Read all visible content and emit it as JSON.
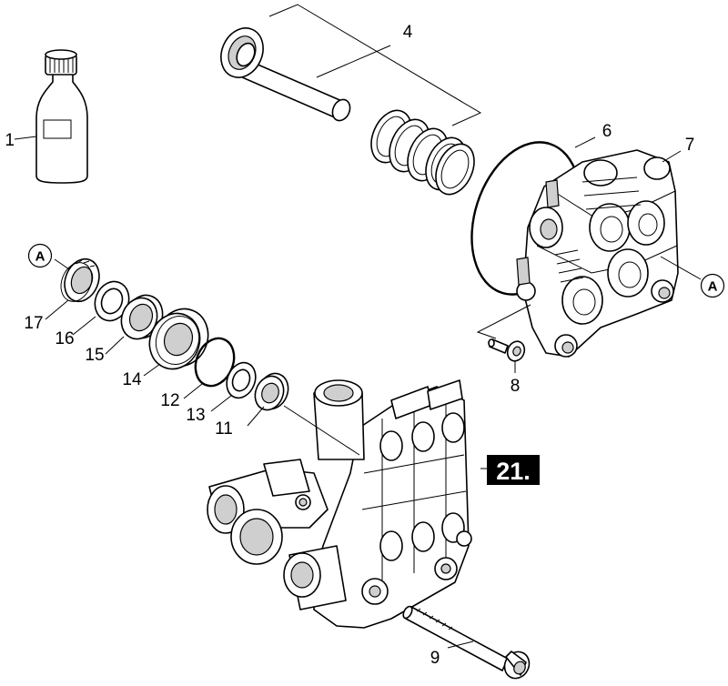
{
  "diagram": {
    "labels": {
      "p1": "1",
      "p4": "4",
      "p6": "6",
      "p7": "7",
      "p8": "8",
      "p9": "9",
      "p11": "11",
      "p12": "12",
      "p13": "13",
      "p14": "14",
      "p15": "15",
      "p16": "16",
      "p17": "17"
    },
    "reference_marks": {
      "left": "A",
      "right": "A"
    },
    "assembly_badge": "21."
  }
}
